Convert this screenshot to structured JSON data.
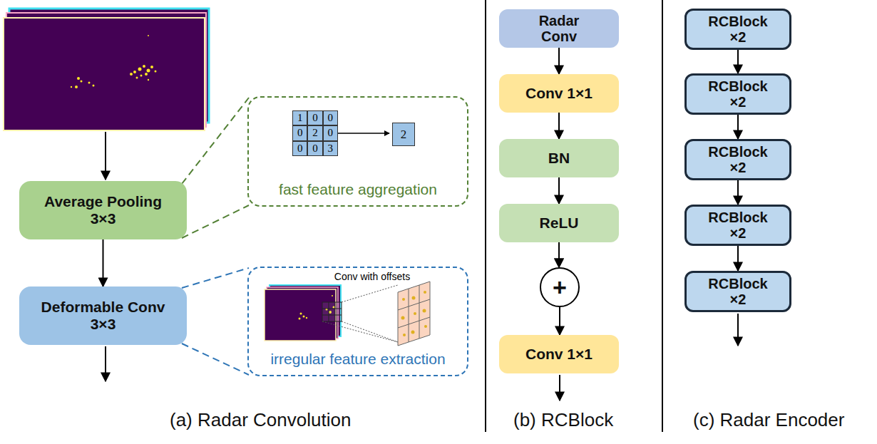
{
  "diagram": {
    "nodes": [
      {
        "text": [
          "Average Pooling 3×3"
        ]
      },
      {
        "text": [
          "fast feature aggregation"
        ]
      },
      {
        "text": [
          "2"
        ],
        "in": 1
      },
      {
        "text": [
          "Deformable Conv 3×3"
        ]
      },
      {
        "text": [
          "Conv with offsets",
          "irregular feature extraction"
        ]
      },
      {
        "text": [
          "Radar Conv"
        ]
      },
      {
        "text": [
          "Conv 1×1"
        ]
      },
      {
        "text": [
          "BN"
        ]
      },
      {
        "text": [
          "ReLU"
        ]
      },
      {
        "text": [
          "+"
        ]
      },
      {
        "text": [
          "Conv 1×1"
        ]
      },
      {
        "text": [
          "RCBlock ×2"
        ]
      },
      {
        "text": [
          "RCBlock ×2"
        ]
      },
      {
        "text": [
          "RCBlock ×2"
        ]
      },
      {
        "text": [
          "RCBlock ×2"
        ]
      },
      {
        "text": [
          "RCBlock ×2"
        ]
      }
    ],
    "edges": [
      {
        "from": 0,
        "to": 3,
        "arrow": "to"
      },
      {
        "from": 5,
        "to": 6,
        "arrow": "to"
      },
      {
        "from": 6,
        "to": 7,
        "arrow": "to"
      },
      {
        "from": 7,
        "to": 8,
        "arrow": "to"
      },
      {
        "from": 8,
        "to": 9,
        "arrow": "to"
      },
      {
        "from": 5,
        "to": 9,
        "arrow": "to"
      },
      {
        "from": 9,
        "to": 10,
        "arrow": "to"
      },
      {
        "from": 11,
        "to": 12,
        "arrow": "to"
      },
      {
        "from": 12,
        "to": 13,
        "arrow": "to"
      },
      {
        "from": 13,
        "to": 14,
        "arrow": "to"
      },
      {
        "from": 14,
        "to": 15,
        "arrow": "to"
      }
    ],
    "labels": [
      "1",
      "0",
      "0",
      "0",
      "2",
      "0",
      "0",
      "0",
      "3",
      "(a) Radar Convolution",
      "(b) RCBlock",
      "(c) Radar Encoder"
    ]
  }
}
